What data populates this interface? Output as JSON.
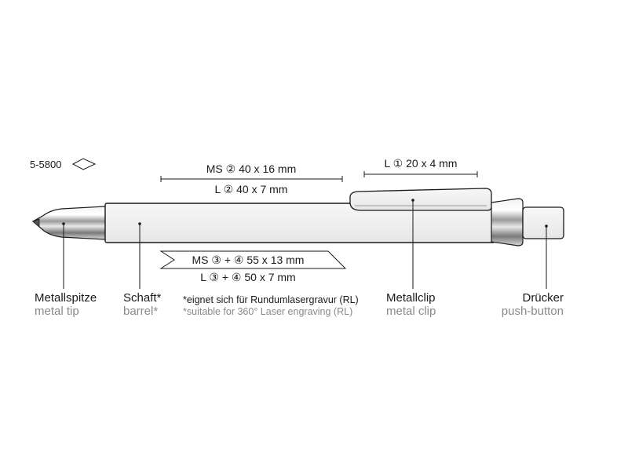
{
  "product": {
    "code": "5-5800"
  },
  "dimensions": {
    "ms_barrel": "MS ② 40 x 16 mm",
    "l_barrel": "L ② 40 x 7 mm",
    "l_clip": "L ① 20 x 4 mm",
    "ms_wrap": "MS ③ + ④ 55 x 13 mm",
    "l_wrap": "L ③ + ④ 50 x 7 mm"
  },
  "parts": {
    "tip": {
      "de": "Metallspitze",
      "en": "metal tip"
    },
    "barrel": {
      "de": "Schaft*",
      "en": "barrel*"
    },
    "clip": {
      "de": "Metallclip",
      "en": "metal clip"
    },
    "button": {
      "de": "Drücker",
      "en": "push-button"
    }
  },
  "notes": {
    "de": "*eignet sich für Rundumlasergravur (RL)",
    "en": "*suitable for 360° Laser engraving (RL)"
  },
  "colors": {
    "outline": "#1a1a1a",
    "barrel_fill": "#f3f3f3",
    "muted_text": "#8a8a8a"
  }
}
